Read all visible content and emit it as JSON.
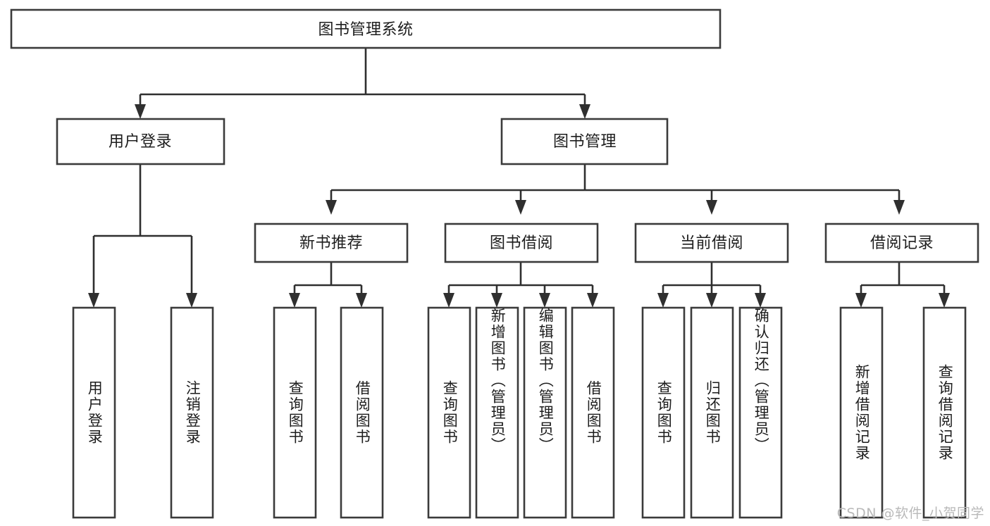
{
  "diagram": {
    "type": "tree",
    "title": "图书管理系统",
    "watermark": "CSDN @软件_小贺同学",
    "levels": {
      "root": {
        "label": "图书管理系统"
      },
      "level2": [
        {
          "id": "user-login",
          "label": "用户登录"
        },
        {
          "id": "book-manage",
          "label": "图书管理"
        }
      ],
      "level3": [
        {
          "id": "new-book-recommend",
          "label": "新书推荐",
          "parent": "book-manage"
        },
        {
          "id": "book-borrow",
          "label": "图书借阅",
          "parent": "book-manage"
        },
        {
          "id": "current-borrow",
          "label": "当前借阅",
          "parent": "book-manage"
        },
        {
          "id": "borrow-record",
          "label": "借阅记录",
          "parent": "book-manage"
        }
      ],
      "leaves": [
        {
          "id": "leaf-user-login",
          "label": "用户登录",
          "parent": "user-login"
        },
        {
          "id": "leaf-user-logout",
          "label": "注销登录",
          "parent": "user-login"
        },
        {
          "id": "leaf-query-book-1",
          "label": "查询图书",
          "parent": "new-book-recommend"
        },
        {
          "id": "leaf-borrow-book-1",
          "label": "借阅图书",
          "parent": "new-book-recommend"
        },
        {
          "id": "leaf-query-book-2",
          "label": "查询图书",
          "parent": "book-borrow"
        },
        {
          "id": "leaf-add-book",
          "label": "新增图书（管理员）",
          "parent": "book-borrow"
        },
        {
          "id": "leaf-edit-book",
          "label": "编辑图书（管理员）",
          "parent": "book-borrow"
        },
        {
          "id": "leaf-borrow-book-2",
          "label": "借阅图书",
          "parent": "book-borrow"
        },
        {
          "id": "leaf-query-book-3",
          "label": "查询图书",
          "parent": "current-borrow"
        },
        {
          "id": "leaf-return-book",
          "label": "归还图书",
          "parent": "current-borrow"
        },
        {
          "id": "leaf-confirm-return",
          "label": "确认归还（管理员）",
          "parent": "current-borrow"
        },
        {
          "id": "leaf-add-record",
          "label": "新增借阅记录",
          "parent": "borrow-record"
        },
        {
          "id": "leaf-query-record",
          "label": "查询借阅记录",
          "parent": "borrow-record"
        }
      ]
    },
    "colors": {
      "box_stroke": "#3b3b3b",
      "box_fill": "#ffffff",
      "connector": "#2f2f2f",
      "text": "#1d1d1d",
      "watermark": "#b9b9b9",
      "background": "#ffffff"
    }
  }
}
